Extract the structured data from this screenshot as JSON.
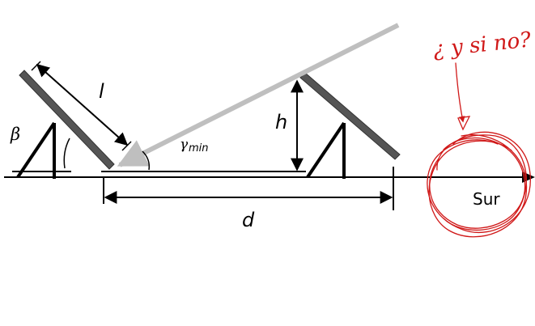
{
  "labels": {
    "length": "l",
    "height": "h",
    "distance": "d",
    "tilt_angle": "β",
    "min_sun_angle_symbol": "γ",
    "min_sun_angle_subscript": "min",
    "direction": "Sur",
    "handwritten_note": "¿ y si no?"
  },
  "colors": {
    "panel": "#555555",
    "sun_ray": "#bfbfbf",
    "line": "#000000",
    "annotation": "#d01818"
  }
}
